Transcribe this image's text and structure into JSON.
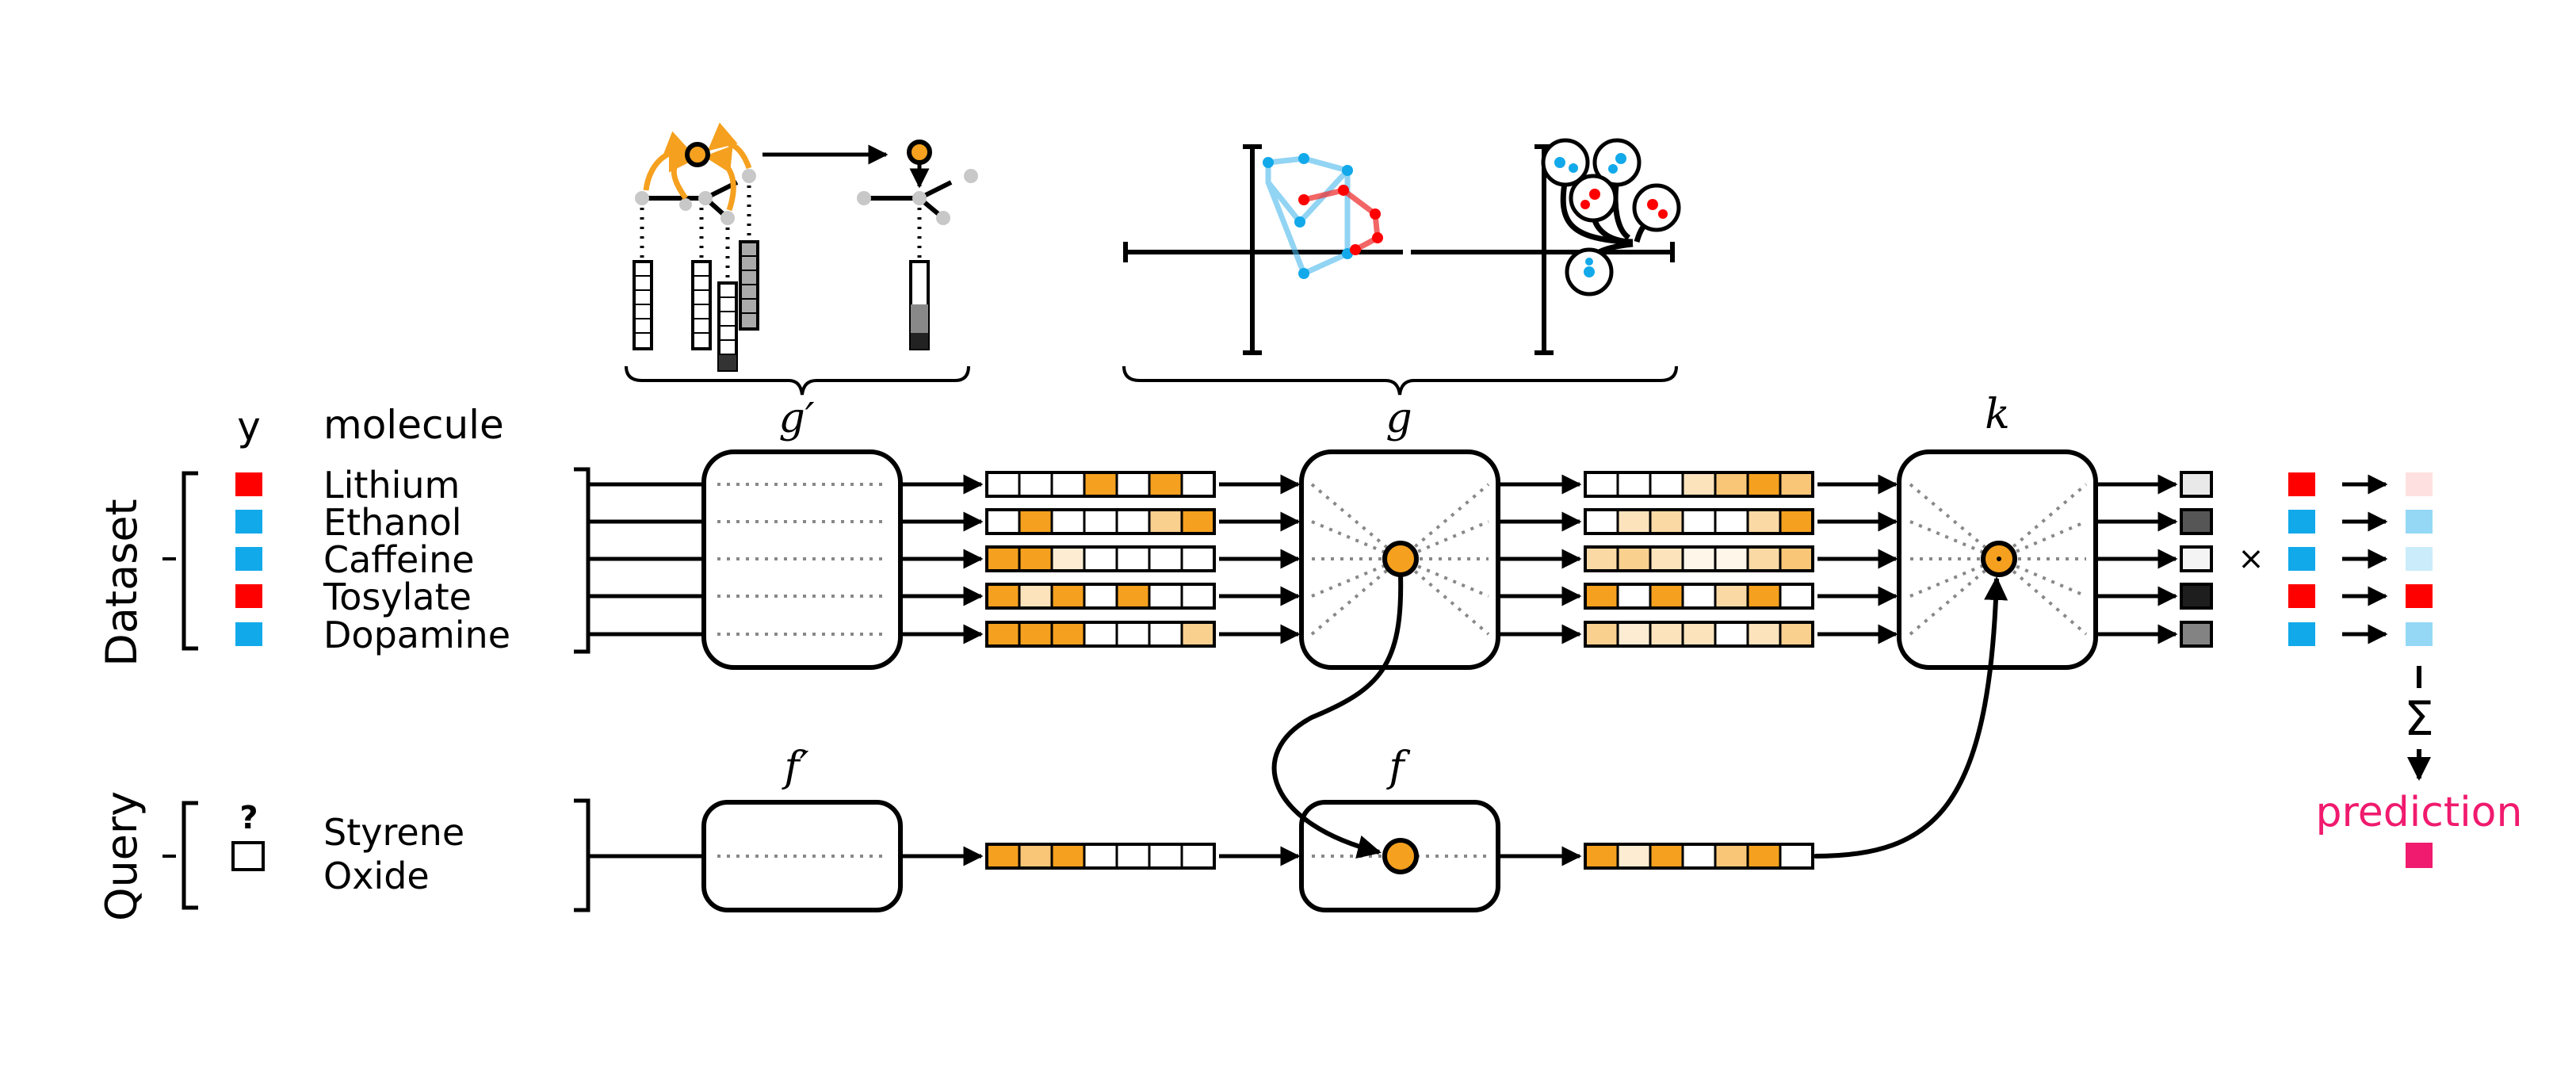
{
  "labels": {
    "y_header": "y",
    "molecule_header": "molecule",
    "dataset_label": "Dataset",
    "query_label": "Query",
    "query_mark": "?",
    "query_molecule_line1": "Styrene",
    "query_molecule_line2": "Oxide",
    "g_prime": "g′",
    "g": "g",
    "k": "k",
    "f_prime": "f′",
    "f": "f",
    "times": "×",
    "sigma": "Σ",
    "prediction": "prediction"
  },
  "colors": {
    "red": "#ff0000",
    "blue": "#12a9ea",
    "orange": "#f5a01e",
    "prediction": "#f01a6e",
    "dotted": "#888888"
  },
  "dataset": [
    {
      "molecule": "Lithium",
      "y": "red"
    },
    {
      "molecule": "Ethanol",
      "y": "blue"
    },
    {
      "molecule": "Caffeine",
      "y": "blue"
    },
    {
      "molecule": "Tosylate",
      "y": "red"
    },
    {
      "molecule": "Dopamine",
      "y": "blue"
    }
  ],
  "embeddings_after_gprime": [
    [
      0,
      0,
      0,
      1,
      0,
      1,
      0
    ],
    [
      0,
      1,
      0,
      0,
      0,
      0.5,
      1
    ],
    [
      1,
      1,
      0.2,
      0,
      0,
      0,
      0
    ],
    [
      1,
      0.3,
      1,
      0,
      1,
      0,
      0
    ],
    [
      1,
      1,
      1,
      0,
      0,
      0,
      0.5
    ]
  ],
  "embeddings_after_g": [
    [
      0,
      0,
      0,
      0.3,
      0.6,
      1,
      0.6
    ],
    [
      0,
      0.3,
      0.4,
      0,
      0,
      0.4,
      1
    ],
    [
      0.4,
      0.5,
      0.3,
      0.1,
      0.1,
      0.4,
      0.6
    ],
    [
      1,
      0,
      1,
      0,
      0.4,
      1,
      0
    ],
    [
      0.5,
      0.2,
      0.3,
      0.3,
      0,
      0.3,
      0.5
    ]
  ],
  "query_embedding_after_fprime": [
    1,
    0.6,
    1,
    0,
    0,
    0,
    0
  ],
  "query_embedding_after_f": [
    1,
    0.2,
    1,
    0,
    0.6,
    1,
    0
  ],
  "similarity_scores": [
    0.1,
    0.75,
    0.05,
    1.0,
    0.55
  ],
  "weighted_labels": [
    {
      "y": "red",
      "weight": 0.12
    },
    {
      "y": "blue",
      "weight": 0.45
    },
    {
      "y": "blue",
      "weight": 0.22
    },
    {
      "y": "red",
      "weight": 1.0
    },
    {
      "y": "blue",
      "weight": 0.45
    }
  ]
}
